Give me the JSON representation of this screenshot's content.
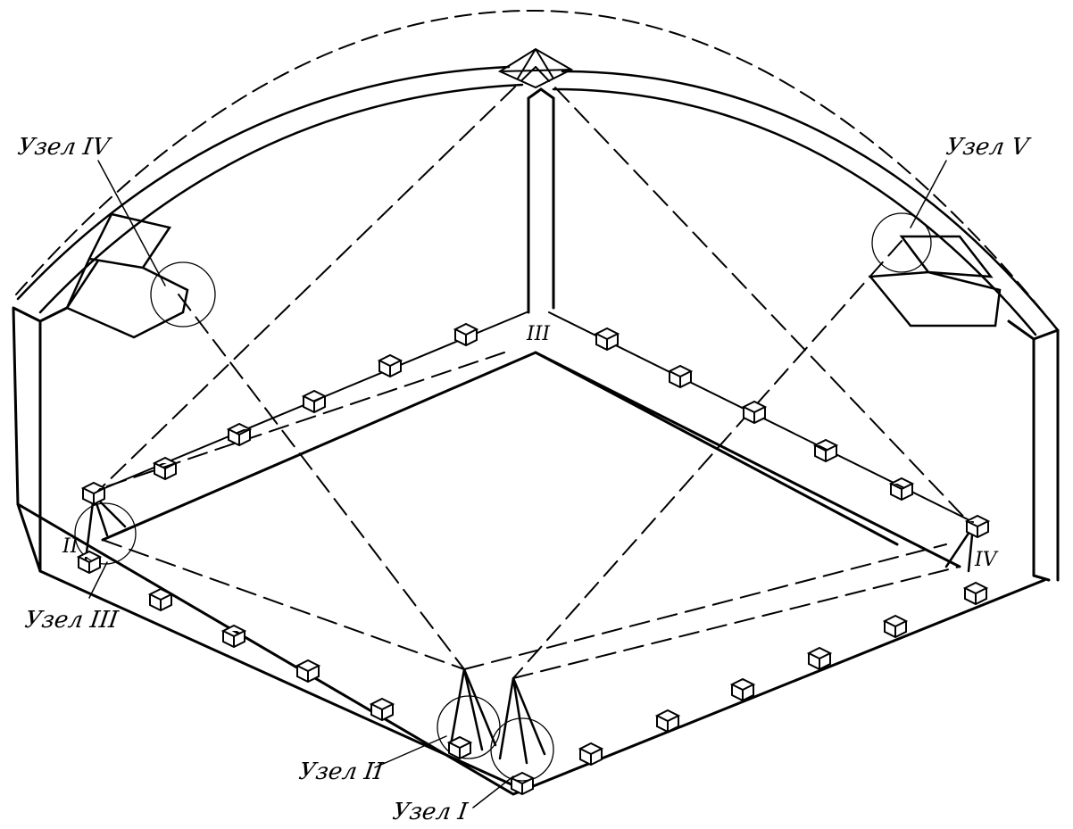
{
  "labels": {
    "node_4": "Узел IV",
    "node_5": "Узел V",
    "node_3": "Узел III",
    "node_2": "Узел II",
    "node_1": "Узел I"
  },
  "point_marks": {
    "p2": "II",
    "p3": "III",
    "p4": "IV"
  },
  "colors": {
    "ink": "#000000",
    "paper": "#ffffff"
  }
}
